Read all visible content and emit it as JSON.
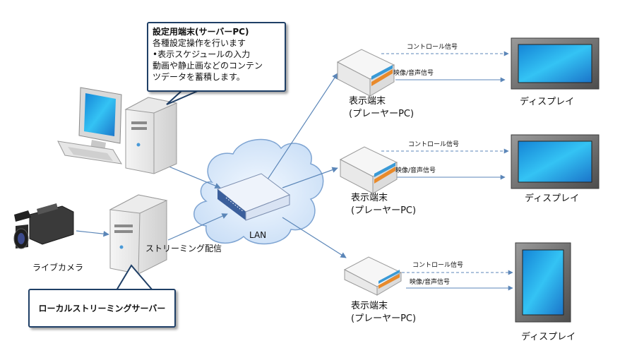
{
  "setup_pc_callout": {
    "title": "設定用端末(サーバーPC)",
    "lines": [
      "各種設定操作を行います",
      "•表示スケジュールの入力",
      "動画や静止画などのコンテン",
      "ツデータを蓄積します。"
    ]
  },
  "streaming_server_callout": {
    "label": "ローカルストリーミングサーバー"
  },
  "camera": {
    "label": "ライブカメラ"
  },
  "streaming": {
    "label": "ストリーミング配信"
  },
  "network": {
    "label": "LAN"
  },
  "players": [
    {
      "line1": "表示端末",
      "line2": "(プレーヤーPC)",
      "control": "コントロール信号",
      "av": "映像/音声信号",
      "display": "ディスプレイ"
    },
    {
      "line1": "表示端末",
      "line2": "(プレーヤーPC)",
      "control": "コントロール信号",
      "av": "映像/音声信号",
      "display": "ディスプレイ"
    },
    {
      "line1": "表示端末",
      "line2": "(プレーヤーPC)",
      "control": "コントロール信号",
      "av": "映像/音声信号",
      "display": "ディスプレイ"
    }
  ],
  "colors": {
    "link": "#5b86b8",
    "callout_border": "#1f3f66",
    "screen": "#2aa6e6",
    "bezel": "#6d6d6d"
  }
}
